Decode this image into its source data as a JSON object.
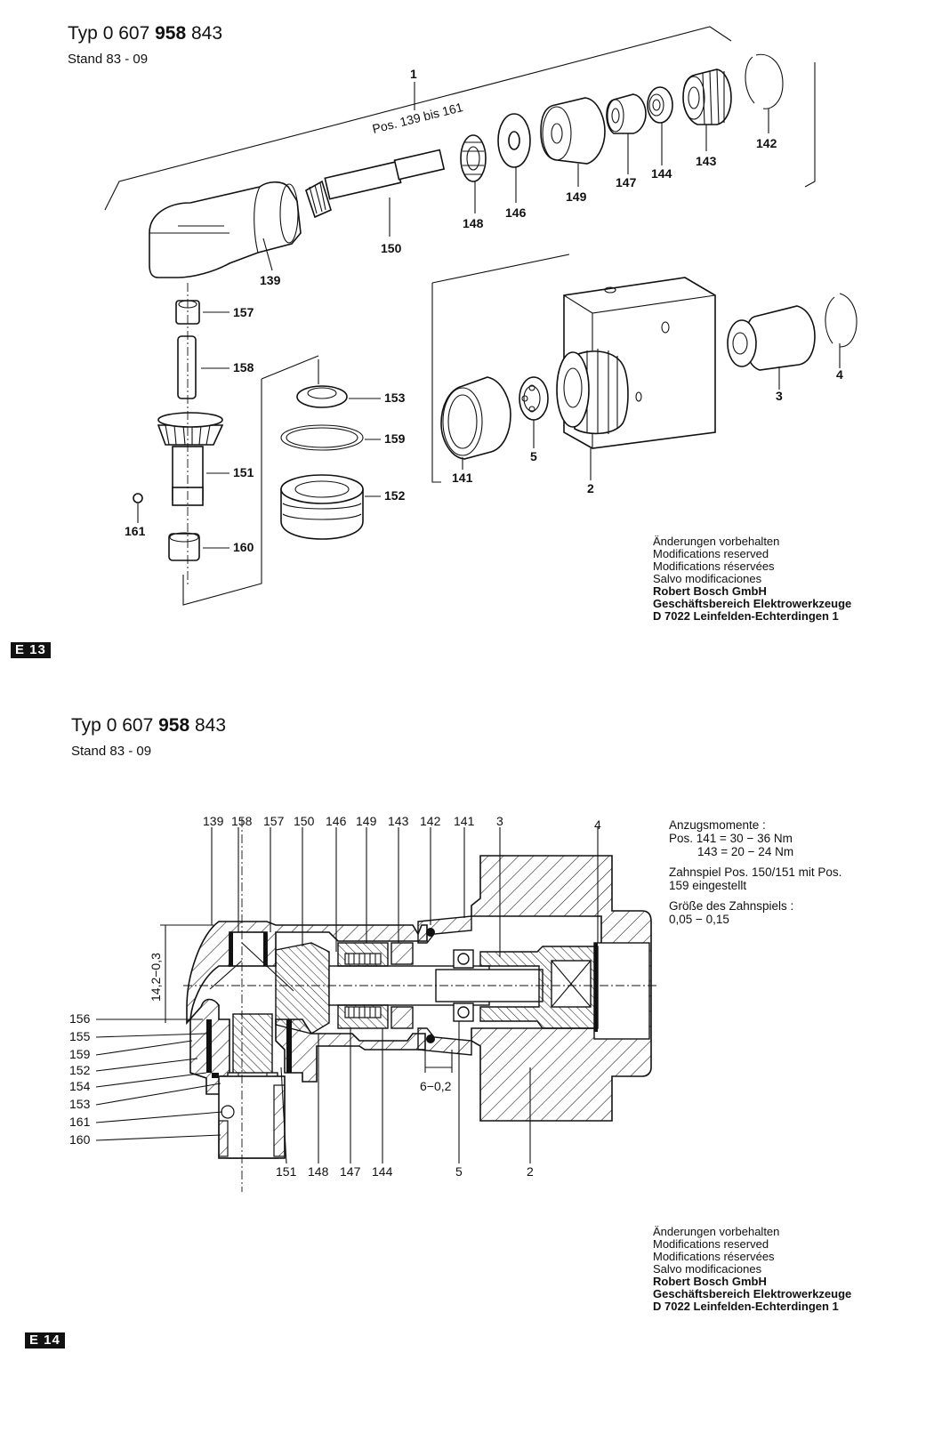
{
  "sheet1": {
    "typ_prefix": "Typ",
    "typ_a": "0 607",
    "typ_b": "958",
    "typ_c": "843",
    "stand": "Stand  83 - 09",
    "pos_range": "Pos. 139 bis 161",
    "page_tag": "E 13",
    "labels": [
      "1",
      "142",
      "143",
      "144",
      "147",
      "149",
      "146",
      "148",
      "150",
      "139",
      "157",
      "158",
      "153",
      "159",
      "151",
      "152",
      "161",
      "160",
      "141",
      "5",
      "2",
      "3",
      "4"
    ]
  },
  "sheet2": {
    "typ_prefix": "Typ",
    "typ_a": "0 607",
    "typ_b": "958",
    "typ_c": "843",
    "stand": "Stand  83 - 09",
    "page_tag": "E 14",
    "top_labels": [
      "139",
      "158",
      "157",
      "150",
      "146",
      "149",
      "143",
      "142",
      "141",
      "3",
      "4"
    ],
    "left_labels": [
      "156",
      "155",
      "159",
      "152",
      "154",
      "153",
      "161",
      "160"
    ],
    "bottom_labels": [
      "151",
      "148",
      "147",
      "144",
      "5",
      "2"
    ],
    "dim_vertical": "14,2−0,3",
    "dim_horizontal": "6−0,2",
    "torque_title": "Anzugsmomente :",
    "torque_line1": "Pos. 141 = 30 − 36 Nm",
    "torque_line2": "143 = 20 − 24 Nm",
    "backlash_line1": "Zahnspiel Pos. 150/151 mit Pos.",
    "backlash_line2": "159 eingestellt",
    "size_line1": "Größe des Zahnspiels :",
    "size_line2": "0,05 − 0,15"
  },
  "notice": {
    "line1": "Änderungen vorbehalten",
    "line2": "Modifications reserved",
    "line3": "Modifications réservées",
    "line4": "Salvo modificaciones",
    "company": "Robert Bosch GmbH",
    "division": "Geschäftsbereich Elektrowerkzeuge",
    "address": "D 7022 Leinfelden-Echterdingen 1"
  }
}
